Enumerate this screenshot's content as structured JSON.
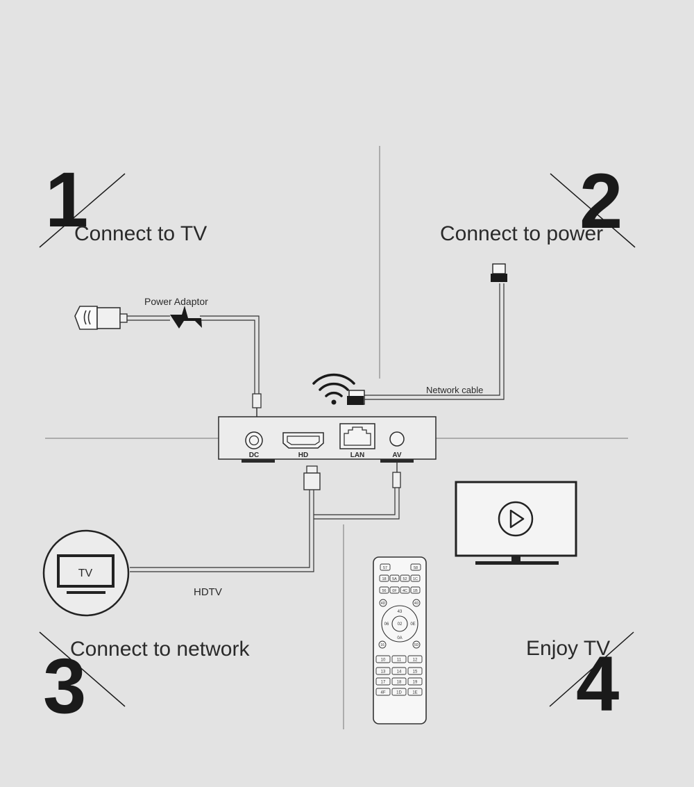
{
  "steps": [
    {
      "number": "1",
      "label": "Connect to TV"
    },
    {
      "number": "2",
      "label": "Connect to power"
    },
    {
      "number": "3",
      "label": "Connect to network"
    },
    {
      "number": "4",
      "label": "Enjoy TV"
    }
  ],
  "cables": {
    "power_adaptor": "Power Adaptor",
    "network_cable": "Network cable",
    "hdtv": "HDTV"
  },
  "tv_icon_label": "TV",
  "ports": [
    "DC",
    "HD",
    "LAN",
    "AV"
  ],
  "remote": {
    "top_keys": [
      "57",
      "58"
    ],
    "row1": [
      "18",
      "5A",
      "52",
      "1C"
    ],
    "row2": [
      "56",
      "0F",
      "4C",
      "1B"
    ],
    "side_keys": [
      "4D",
      "4D"
    ],
    "dpad": {
      "up": "43",
      "center": "02",
      "left": "06",
      "right": "0E",
      "down": "0A"
    },
    "bottom_side": [
      "16",
      "5D"
    ],
    "numpad": [
      [
        "10",
        "11",
        "12"
      ],
      [
        "13",
        "14",
        "15"
      ],
      [
        "17",
        "18",
        "19"
      ],
      [
        "4F",
        "1D",
        "1E"
      ]
    ]
  },
  "icons": [
    "wifi-icon",
    "lightning-icon",
    "play-icon",
    "tv-icon",
    "plug-icon",
    "ethernet-plug-icon"
  ]
}
